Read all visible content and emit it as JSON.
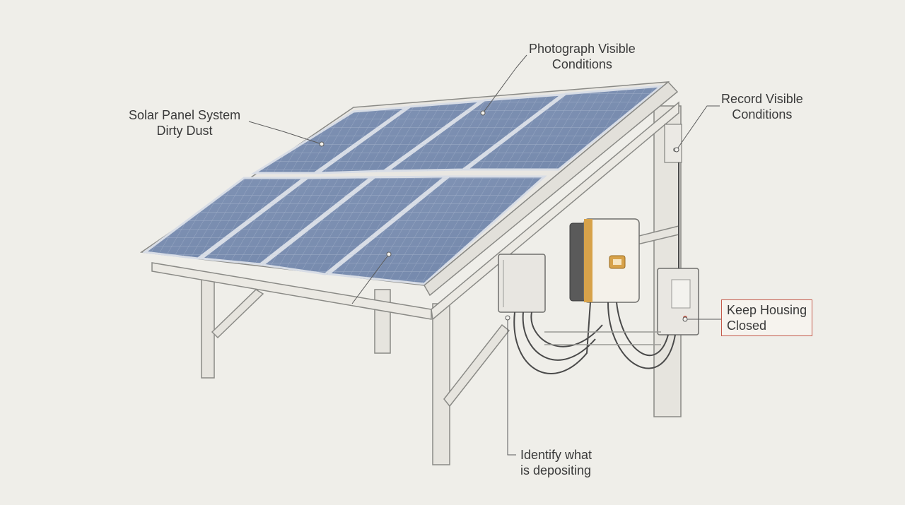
{
  "labels": {
    "solar_panel": {
      "line1": "Solar Panel System",
      "line2": "Dirty Dust"
    },
    "photograph": {
      "line1": "Photograph Visible",
      "line2": "Conditions"
    },
    "record": {
      "line1": "Record Visible",
      "line2": "Conditions"
    },
    "keep_housing": {
      "line1": "Keep Housing",
      "line2": "Closed"
    },
    "identify": {
      "line1": "Identify what",
      "line2": "is depositing"
    }
  },
  "colors": {
    "background": "#efeee9",
    "panel_fill": "#7a8fb0",
    "panel_cell_line": "#c9d2e2",
    "frame": "#e9e7e2",
    "frame_stroke": "#8a8a86",
    "inverter_body": "#f4f1ea",
    "inverter_side": "#d7a24a",
    "cable": "#4a4a4a",
    "highlight_box": "#c45a4a"
  },
  "icons": [
    "solar-array",
    "junction-box",
    "inverter",
    "disconnect-switch",
    "meter-box",
    "mounting-frame"
  ]
}
